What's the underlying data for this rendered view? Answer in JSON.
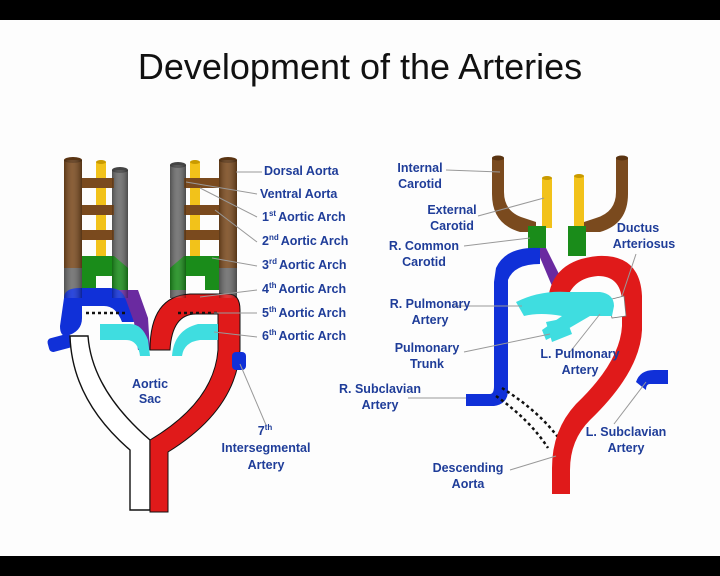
{
  "title": "Development of the Arteries",
  "colors": {
    "dorsal_aorta": "#7a4a1e",
    "ventral_aorta": "#6b6b6b",
    "external_carotid": "#f2c21a",
    "common_carotid": "#1a8c1a",
    "fourth_arch_left": "#e01a1a",
    "fourth_arch_right": "#1030d8",
    "fifth_arch": "#ffffff",
    "sixth_arch": "#3fdde0",
    "aortic_sac": "#6a2aa0",
    "label": "#1f3d99"
  },
  "left_labels": {
    "dorsal_aorta": "Dorsal Aorta",
    "ventral_aorta": "Ventral Aorta",
    "arch1_num": "1",
    "arch1_sup": "st",
    "arch1_text": "Aortic Arch",
    "arch2_num": "2",
    "arch2_sup": "nd",
    "arch2_text": "Aortic Arch",
    "arch3_num": "3",
    "arch3_sup": "rd",
    "arch3_text": "Aortic Arch",
    "arch4_num": "4",
    "arch4_sup": "th",
    "arch4_text": "Aortic Arch",
    "arch5_num": "5",
    "arch5_sup": "th",
    "arch5_text": "Aortic Arch",
    "arch6_num": "6",
    "arch6_sup": "th",
    "arch6_text": "Aortic Arch",
    "aortic_sac_1": "Aortic",
    "aortic_sac_2": "Sac",
    "intersegmental_num": "7",
    "intersegmental_sup": "th",
    "intersegmental_2": "Intersegmental",
    "intersegmental_3": "Artery"
  },
  "right_labels": {
    "internal_carotid_1": "Internal",
    "internal_carotid_2": "Carotid",
    "external_carotid_1": "External",
    "external_carotid_2": "Carotid",
    "r_common_carotid_1": "R. Common",
    "r_common_carotid_2": "Carotid",
    "ductus_1": "Ductus",
    "ductus_2": "Arteriosus",
    "r_pulmonary_1": "R. Pulmonary",
    "r_pulmonary_2": "Artery",
    "pulmonary_trunk_1": "Pulmonary",
    "pulmonary_trunk_2": "Trunk",
    "l_pulmonary_1": "L. Pulmonary",
    "l_pulmonary_2": "Artery",
    "r_subclavian_1": "R. Subclavian",
    "r_subclavian_2": "Artery",
    "l_subclavian_1": "L. Subclavian",
    "l_subclavian_2": "Artery",
    "descending_aorta_1": "Descending",
    "descending_aorta_2": "Aorta"
  }
}
